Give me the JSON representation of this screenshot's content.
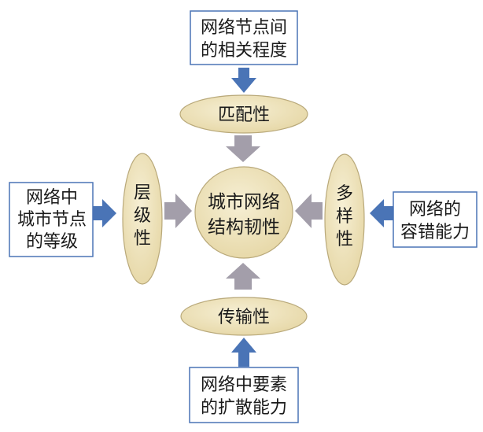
{
  "center": {
    "line1": "城市网络",
    "line2": "结构韧性"
  },
  "properties": {
    "top": "匹配性",
    "left": [
      "层",
      "级",
      "性"
    ],
    "right": [
      "多",
      "样",
      "性"
    ],
    "bottom": "传输性"
  },
  "factors": {
    "top": [
      "网络节点间",
      "的相关程度"
    ],
    "left": [
      "网络中",
      "城市节点",
      "的等级"
    ],
    "right": [
      "网络的",
      "容错能力"
    ],
    "bottom": [
      "网络中要素",
      "的扩散能力"
    ]
  },
  "colors": {
    "ellipse_fill": "#efe3b8",
    "ellipse_stroke": "#b9a97a",
    "blue_arrow": "#4a74b6",
    "gray_arrow": "#a39eaa",
    "box_border": "#4a74b6"
  }
}
